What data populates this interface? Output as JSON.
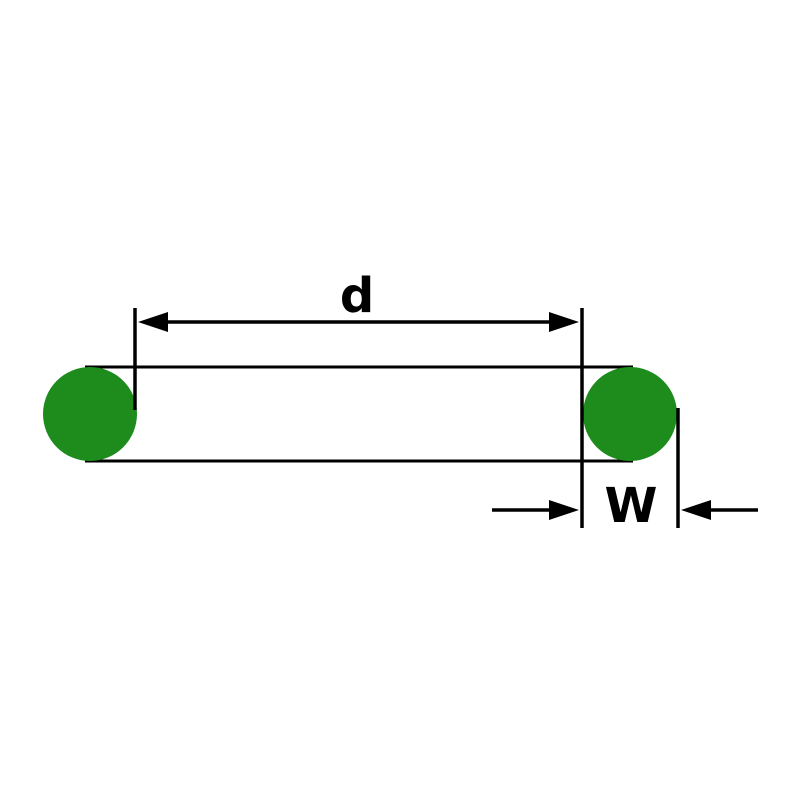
{
  "diagram": {
    "type": "o-ring dimension drawing",
    "labels": {
      "inner_diameter": "d",
      "cross_section_width": "W"
    },
    "colors": {
      "ring_fill": "#1d8c1d",
      "line": "#000000",
      "background": "#ffffff"
    }
  }
}
